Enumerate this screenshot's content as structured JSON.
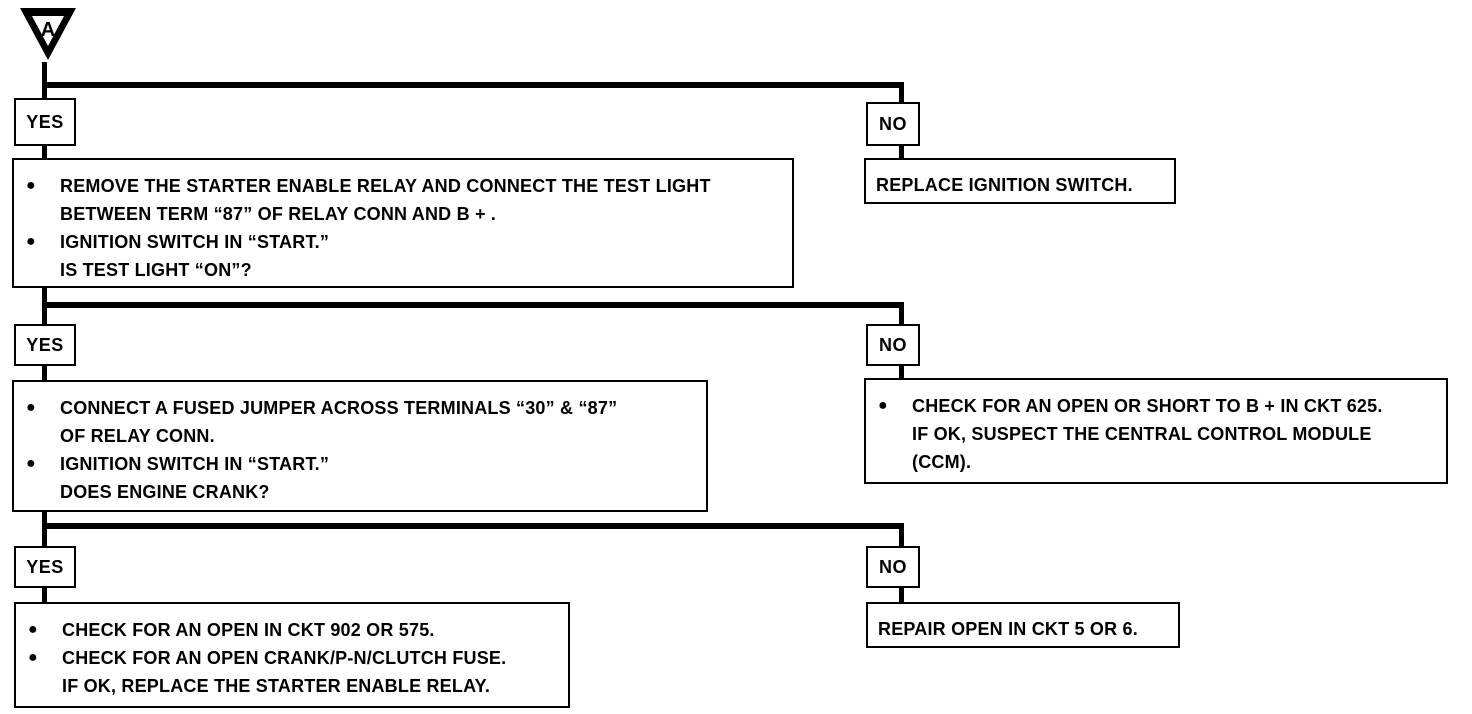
{
  "start": {
    "label": "A"
  },
  "branches": {
    "yes_label": "YES",
    "no_label": "NO"
  },
  "step1": {
    "yes": {
      "items": [
        {
          "bullet": "●",
          "lines": [
            "REMOVE THE STARTER ENABLE RELAY AND CONNECT THE TEST LIGHT",
            "BETWEEN TERM “87” OF RELAY CONN AND B + ."
          ]
        },
        {
          "bullet": "●",
          "lines": [
            "IGNITION SWITCH IN “START.”"
          ]
        }
      ],
      "question": "IS TEST LIGHT “ON”?"
    },
    "no": {
      "text": "REPLACE IGNITION SWITCH."
    }
  },
  "step2": {
    "yes": {
      "items": [
        {
          "bullet": "●",
          "lines": [
            "CONNECT A FUSED JUMPER ACROSS TERMINALS “30” & “87”",
            "OF RELAY CONN."
          ]
        },
        {
          "bullet": "●",
          "lines": [
            "IGNITION SWITCH IN “START.”"
          ]
        }
      ],
      "question": "DOES ENGINE CRANK?"
    },
    "no": {
      "bullet": "●",
      "lines": [
        "CHECK FOR AN OPEN OR SHORT TO B + IN CKT 625.",
        "IF OK, SUSPECT THE CENTRAL CONTROL MODULE",
        "(CCM)."
      ]
    }
  },
  "step3": {
    "yes": {
      "items": [
        {
          "bullet": "●",
          "lines": [
            "CHECK FOR AN OPEN IN CKT 902 OR 575."
          ]
        },
        {
          "bullet": "●",
          "lines": [
            "CHECK FOR AN OPEN CRANK/P-N/CLUTCH FUSE."
          ]
        }
      ],
      "question": "IF OK, REPLACE THE STARTER ENABLE RELAY."
    },
    "no": {
      "text": "REPAIR OPEN IN CKT 5 OR 6."
    }
  }
}
